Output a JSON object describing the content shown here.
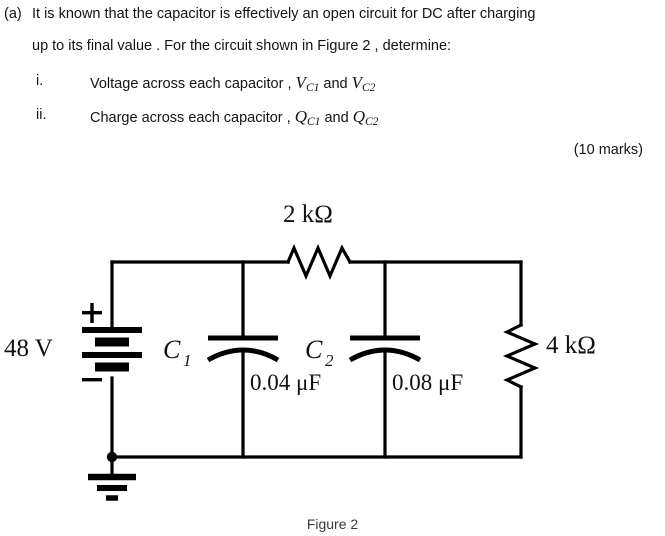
{
  "question": {
    "label": "(a)",
    "line1": "It is known that the capacitor is effectively an open circuit for DC after charging",
    "line2": "up to its final value . For the circuit shown in Figure 2 , determine:",
    "items": [
      {
        "marker": "i.",
        "text_before": "Voltage across each capacitor ,",
        "var1": "V",
        "var1_sub": "C1",
        "conjunction": "and",
        "var2": "V",
        "var2_sub": "C2"
      },
      {
        "marker": "ii.",
        "text_before": "Charge across each capacitor ,",
        "var1": "Q",
        "var1_sub": "C1",
        "conjunction": "and",
        "var2": "Q",
        "var2_sub": "C2"
      }
    ],
    "marks": "(10 marks)"
  },
  "circuit": {
    "source": {
      "value": "48 V",
      "plus": "+",
      "minus": "−"
    },
    "resistor_top": {
      "value": "2 kΩ"
    },
    "resistor_right": {
      "value": "4 kΩ"
    },
    "capacitor_1": {
      "name": "C",
      "name_sub": "1",
      "value": "0.04 μF"
    },
    "capacitor_2": {
      "name": "C",
      "name_sub": "2",
      "value": "0.08 μF"
    },
    "ground": "ground-symbol",
    "line_color": "#000000",
    "background": "#ffffff"
  },
  "figure_caption": "Figure 2"
}
